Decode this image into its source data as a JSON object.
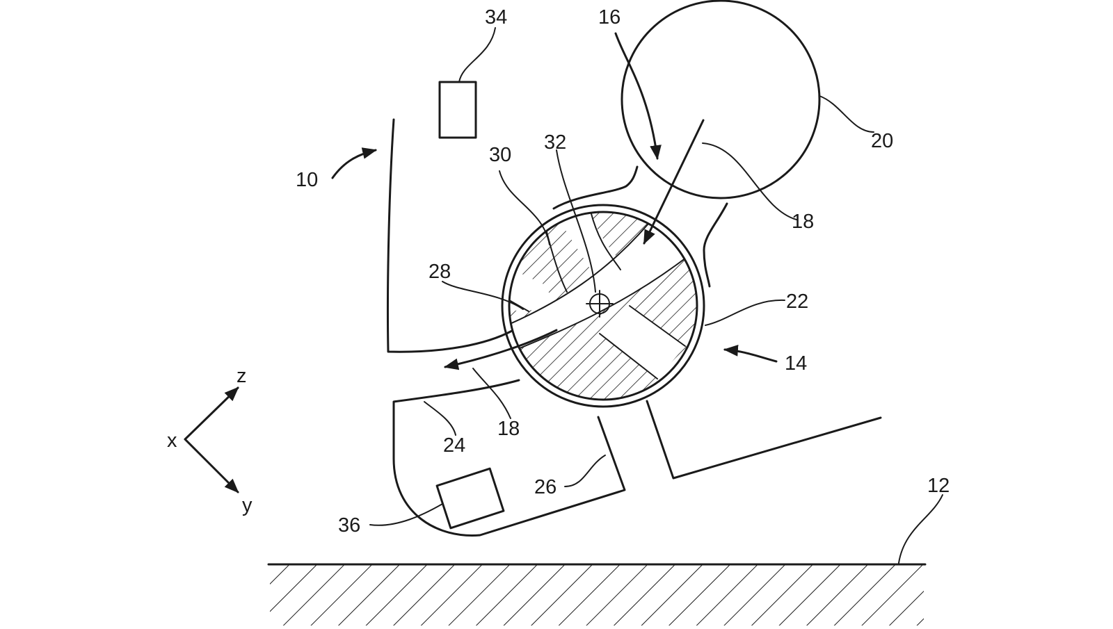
{
  "labels": {
    "l10": "10",
    "l12": "12",
    "l14": "14",
    "l16": "16",
    "l18a": "18",
    "l18b": "18",
    "l20": "20",
    "l22": "22",
    "l24": "24",
    "l26": "26",
    "l28": "28",
    "l30": "30",
    "l32": "32",
    "l34": "34",
    "l36": "36"
  },
  "axes": {
    "x": "x",
    "y": "y",
    "z": "z"
  },
  "colors": {
    "ink": "#1a1a1a",
    "background": "#ffffff"
  }
}
